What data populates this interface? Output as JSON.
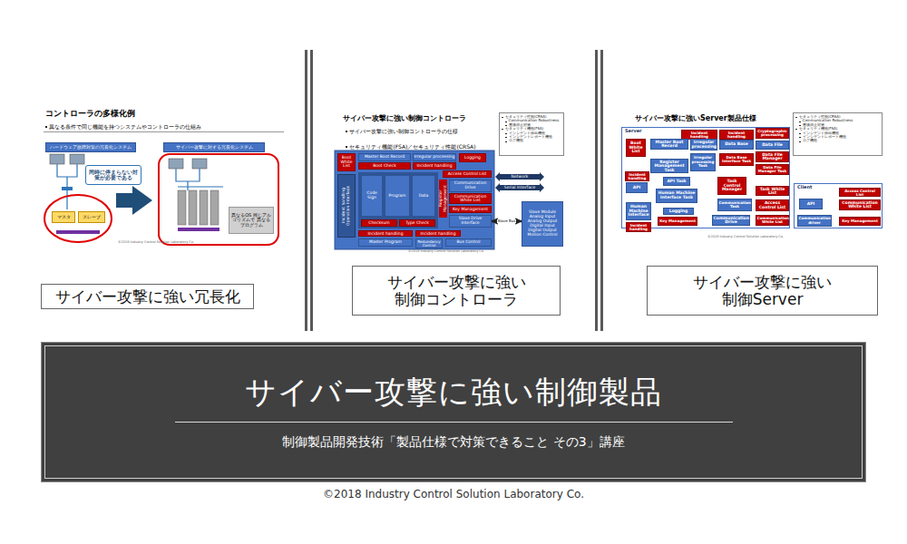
{
  "diagram": {
    "nodes": [
      {
        "text": [
          "異なる条件で同じ機能を持つシステムやコントローラの仕組み"
        ]
      },
      {
        "text": [
          "ハードウェア故障対策の冗長化システム"
        ]
      },
      {
        "text": [
          "サイバー攻撃に対する冗長化システム"
        ]
      },
      {
        "text": [
          "同時に停まらない対策が必要である"
        ]
      },
      {
        "text": [
          "マスタ"
        ]
      },
      {
        "text": [
          "スレーブ"
        ]
      },
      {
        "text": [
          "異なるOS 同じアルゴリズムで 異なるプログラム"
        ]
      },
      {
        "text": [
          "サイバー攻撃に強い冗長化"
        ]
      },
      {
        "text": [
          "セキュリティ性能(CRSA)",
          "Communication Robustness",
          "書換抑止対策",
          "セキュリティ機能(FSA)",
          "インシデント検出機能",
          "インシデントレポート機能",
          "ログ機能"
        ]
      },
      {
        "text": [
          "Boot White List"
        ]
      },
      {
        "text": [
          "Master Boot Record"
        ]
      },
      {
        "text": [
          "Boot Check"
        ]
      },
      {
        "text": [
          "Irregular processing"
        ]
      },
      {
        "text": [
          "Incident handling"
        ]
      },
      {
        "text": [
          "Logging"
        ]
      },
      {
        "text": [
          "Access Control List"
        ]
      },
      {
        "text": [
          "Incident handling",
          "Operation Interface"
        ]
      },
      {
        "text": [
          "Code Sign"
        ]
      },
      {
        "text": [
          "Program"
        ]
      },
      {
        "text": [
          "Data"
        ]
      },
      {
        "text": [
          "Checksum"
        ]
      },
      {
        "text": [
          "Type Check"
        ]
      },
      {
        "text": [
          "Register Management"
        ]
      },
      {
        "text": [
          "Communication Drive"
        ]
      },
      {
        "text": [
          "Communication White List"
        ]
      },
      {
        "text": [
          "Key Management"
        ]
      },
      {
        "text": [
          "Slave Drive Interface"
        ]
      },
      {
        "text": [
          "Incident handling"
        ]
      },
      {
        "text": [
          "Master Program"
        ]
      },
      {
        "text": [
          "Incident handling"
        ]
      },
      {
        "text": [
          "Redundancy Control"
        ]
      },
      {
        "text": [
          "Bus Control"
        ]
      },
      {
        "text": [
          "Slave Module",
          "Analog Input",
          "Analog Output",
          "Digital Input",
          "Digital Output",
          "Motion Control"
        ]
      },
      {
        "text": [
          "サイバー攻撃に強い 制御コントローラ"
        ]
      },
      {
        "text": [
          "セキュリティ性能(CRSA)",
          "Communication Robustness",
          "書換抑止対策",
          "セキュリティ機能(FSA)",
          "インシデント検出機能",
          "インシデントレポート機能",
          "ログ機能"
        ]
      },
      {
        "text": [
          "Server"
        ]
      },
      {
        "text": [
          "Boot White List"
        ],
        "in": 35
      },
      {
        "text": [
          "Incident handling"
        ],
        "in": 35
      },
      {
        "text": [
          "Incident handling"
        ],
        "in": 35
      },
      {
        "text": [
          "Cryptographic processing"
        ],
        "in": 35
      },
      {
        "text": [
          "Master Boot Record"
        ],
        "in": 35
      },
      {
        "text": [
          "Irregular processing"
        ],
        "in": 35
      },
      {
        "text": [
          "Data Base"
        ],
        "in": 35
      },
      {
        "text": [
          "Data File"
        ],
        "in": 35
      },
      {
        "text": [
          "Register Management Task"
        ],
        "in": 35
      },
      {
        "text": [
          "Irregular processing Task"
        ],
        "in": 35
      },
      {
        "text": [
          "Data Base Interface Task"
        ],
        "in": 35
      },
      {
        "text": [
          "Data File Manager"
        ],
        "in": 35
      },
      {
        "text": [
          "Data File Manager Task"
        ],
        "in": 35
      },
      {
        "text": [
          "Incident handling"
        ],
        "in": 35
      },
      {
        "text": [
          "API"
        ],
        "in": 35
      },
      {
        "text": [
          "API Task"
        ],
        "in": 35
      },
      {
        "text": [
          "Task Control Manager"
        ],
        "in": 35
      },
      {
        "text": [
          "Task White List"
        ],
        "in": 35
      },
      {
        "text": [
          "Human Machine Interface Task"
        ],
        "in": 35
      },
      {
        "text": [
          "Communication Task"
        ],
        "in": 35
      },
      {
        "text": [
          "Access Control List"
        ],
        "in": 35
      },
      {
        "text": [
          "Human Machine Interface"
        ],
        "in": 35
      },
      {
        "text": [
          "Logging"
        ],
        "in": 35
      },
      {
        "text": [
          "Key Management"
        ],
        "in": 35
      },
      {
        "text": [
          "Communication Drive"
        ],
        "in": 35
      },
      {
        "text": [
          "Communication White List"
        ],
        "in": 35
      },
      {
        "text": [
          "Incident handling"
        ],
        "in": 35
      },
      {
        "text": [
          "Client"
        ]
      },
      {
        "text": [
          "API"
        ],
        "in": 63
      },
      {
        "text": [
          "Access Control List"
        ],
        "in": 63
      },
      {
        "text": [
          "Communication White List"
        ],
        "in": 63
      },
      {
        "text": [
          "Communication driver"
        ],
        "in": 63
      },
      {
        "text": [
          "Key Management"
        ],
        "in": 63
      },
      {
        "text": [
          "サイバー攻撃に強い 制御Server"
        ]
      },
      {
        "text": [
          "サイバー攻撃に強い制御製品",
          "制御製品開発技術「製品仕様で対策できること その3」講座"
        ]
      }
    ],
    "edges": [
      {
        "from": 26,
        "to": 32,
        "arrow": "both",
        "label": "Slave Bus"
      }
    ],
    "labels": [
      "コントローラの多様化例",
      "©2018 Industry Control Solution Laboratory Co.",
      "サイバー攻撃に強い制御コントローラ",
      "サイバー攻撃に強い制御コントローラの仕様",
      "セキュリティ機能(FSA)／セキュリティ性能(CRSA)",
      "Network",
      "Serial Interface",
      "©2018 Industry Control Solution Laboratory Co.",
      "サイバー攻撃に強いServer製品仕様",
      "©2018 Industry Control Solution Laboratory Co.",
      "©2018 Industry Control Solution Laboratory Co."
    ]
  }
}
